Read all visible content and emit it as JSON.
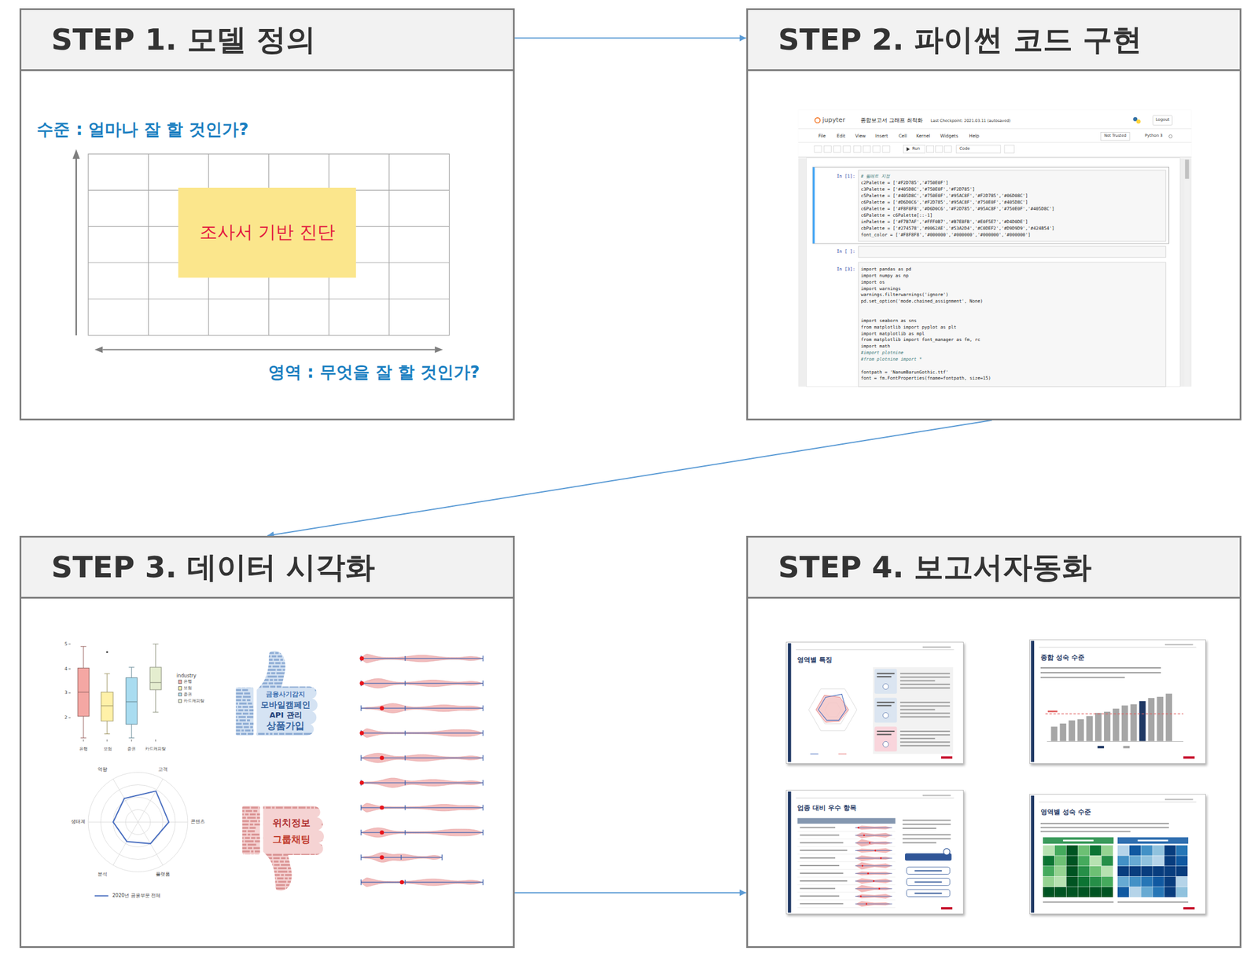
{
  "diagram": {
    "nodes": [
      {
        "text": [
          "STEP 1. 모델 정의"
        ]
      },
      {
        "text": [
          "조사서 기반 진단"
        ],
        "in": 0
      },
      {
        "text": [
          "STEP 2. 파이썬 코드 구현"
        ]
      },
      {
        "text": [
          "STEP 3. 데이터 시각화"
        ]
      },
      {
        "text": [
          "STEP 4. 보고서자동화"
        ]
      },
      {
        "text": [
          "영역별 특징"
        ],
        "in": 4
      },
      {
        "text": [
          "종합 성숙 수준"
        ],
        "in": 4
      },
      {
        "text": [
          "업종 대비 우수 항목"
        ],
        "in": 4
      },
      {
        "text": [
          "영역별 성숙 수준"
        ],
        "in": 4
      }
    ],
    "edges": [
      {
        "from": 0,
        "to": 2,
        "arrow": "to"
      },
      {
        "from": 2,
        "to": 3,
        "arrow": "to"
      },
      {
        "from": 3,
        "to": 4,
        "arrow": "to"
      }
    ],
    "labels": [
      "수준 : 얼마나 잘 할 것인가?",
      "영역 : 무엇을 잘 할 것인가?",
      "jupyter",
      "종합보고서 그래프 최적화",
      "Last Checkpoint: 2021.03.11 (autosaved)",
      "Logout",
      "File",
      "Edit",
      "View",
      "Insert",
      "Cell",
      "Kernel",
      "Widgets",
      "Help",
      "Not Trusted",
      "Python 3",
      "Run",
      "Code",
      "In [1]:",
      "# 팔레트 지정",
      "c2Palette = ['#F2D785','#750E0F']",
      "c3Palette = ['#405D8C','#750E0F','#F2D785']",
      "c5Palette = ['#405D8C','#750E0F','#95AC8F','#F2D785','#06D08C']",
      "c6Palette = ['#D6D0C6','#F2D785','#95AC8F','#750E0F','#405D8C']",
      "c6Palette = ['#F8F8F8','#D6D0C6','#F2D785','#95AC8F','#750E0F','#405D8C']",
      "c6Palette = c6Palette[::-1]",
      "inPalette = ['#F7B7AF','#FFF0B7','#B7E8FB','#E0F5E7','#D4D0DE']",
      "cbPalette = ['#274578','#0062AE','#53A2D4','#C0DEF2','#D9D9D9','#424B54']",
      "font_color = ['#F8F8F8','#000000','#000000','#000000','#000000']",
      "In [ ]:",
      "In [3]:",
      "import pandas as pd",
      "import numpy as np",
      "import os",
      "import warnings",
      "warnings.filterwarnings('ignore')",
      "pd.set_option('mode.chained_assignment', None)",
      "import seaborn as sns",
      "from matplotlib import pyplot as plt",
      "import matplotlib as mpl",
      "from matplotlib import font_manager as fm, rc",
      "import math",
      "#import plotnine",
      "#from plotnine import *",
      "fontpath = 'NanumBarunGothic.ttf'",
      "font = fm.FontProperties(fname=fontpath, size=15)",
      "5",
      "4",
      "3",
      "2",
      "은행",
      "보험",
      "증권",
      "카드캐피탈",
      "industry",
      "금융사기감지",
      "모바일캠페인",
      "API 관리",
      "상품가입",
      "위치정보",
      "그룹채팅",
      "역량",
      "고객",
      "콘텐츠",
      "플랫폼",
      "분석",
      "생태계"
    ],
    "legend": [
      {
        "text": "은행",
        "color": "#f4a7a3"
      },
      {
        "text": "보험",
        "color": "#fff1a8"
      },
      {
        "text": "증권",
        "color": "#a9dcf0"
      },
      {
        "text": "카드캐피탈",
        "color": "#e4edcf"
      },
      {
        "text": "2020년 금융부문 전체"
      }
    ]
  }
}
